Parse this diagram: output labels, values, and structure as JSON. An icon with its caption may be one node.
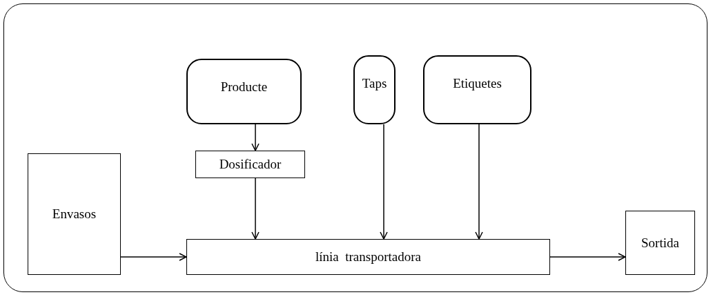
{
  "diagram": {
    "nodes": [
      {
        "text": [
          "Producte"
        ]
      },
      {
        "text": [
          "Taps"
        ]
      },
      {
        "text": [
          "Etiquetes"
        ]
      },
      {
        "text": [
          "Dosificador"
        ]
      },
      {
        "text": [
          "Envasos"
        ]
      },
      {
        "text": [
          "línia  transportadora"
        ]
      },
      {
        "text": [
          "Sortida"
        ]
      }
    ],
    "edges": [
      {
        "from": 0,
        "to": 3,
        "arrow": "to"
      },
      {
        "from": 3,
        "to": 5,
        "arrow": "to"
      },
      {
        "from": 1,
        "to": 5,
        "arrow": "to"
      },
      {
        "from": 2,
        "to": 5,
        "arrow": "to"
      },
      {
        "from": 4,
        "to": 5,
        "arrow": "to"
      },
      {
        "from": 5,
        "to": 6,
        "arrow": "to"
      }
    ]
  }
}
